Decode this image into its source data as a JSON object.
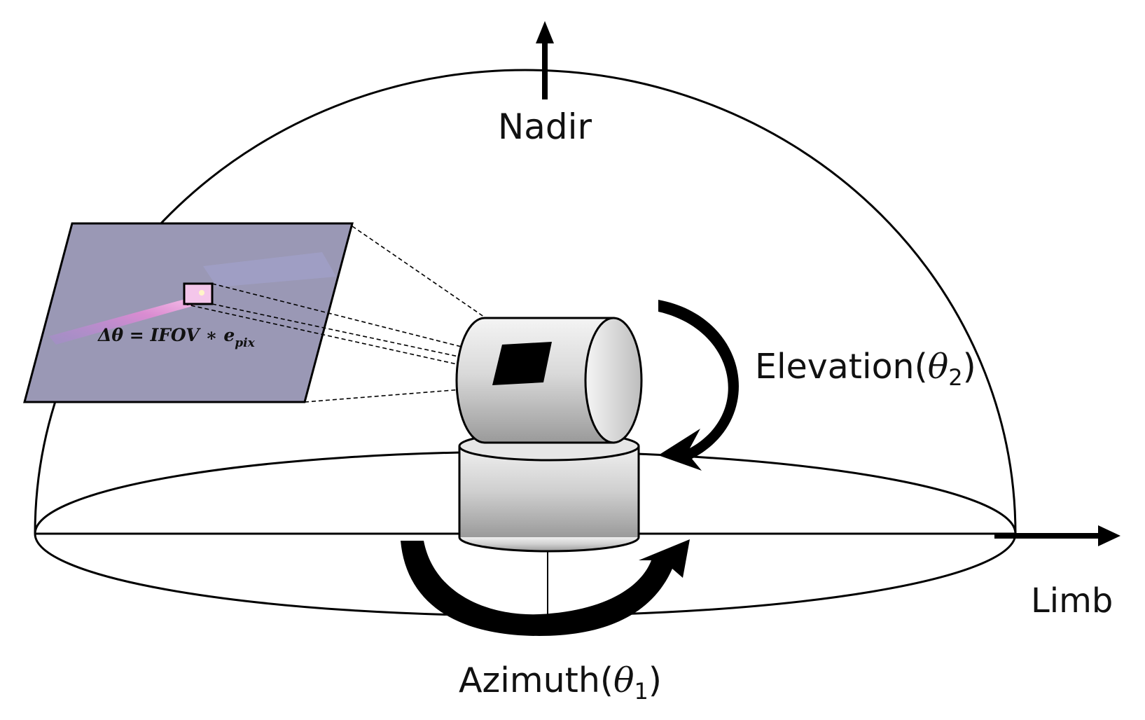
{
  "labels": {
    "nadir": "Nadir",
    "limb": "Limb",
    "elevation_prefix": "Elevation(",
    "elevation_theta": "θ",
    "elevation_sub": "2",
    "elevation_suffix": ")",
    "azimuth_prefix": "Azimuth(",
    "azimuth_theta": "θ",
    "azimuth_sub": "1",
    "azimuth_suffix": ")"
  },
  "formula": {
    "lhs": "Δθ",
    "equals": " = ",
    "ifov": "IFOV",
    "times": " ∗ ",
    "e": "e",
    "e_sub": "pix"
  },
  "colors": {
    "line": "#000000",
    "image_panel": "#9a98b5",
    "trail": "#e07fd0",
    "cylinder_light": "#eeeeee",
    "cylinder_dark": "#9c9c9c"
  },
  "icons": [
    "up-arrow-icon",
    "right-arrow-icon",
    "rotation-arrow-icon"
  ]
}
